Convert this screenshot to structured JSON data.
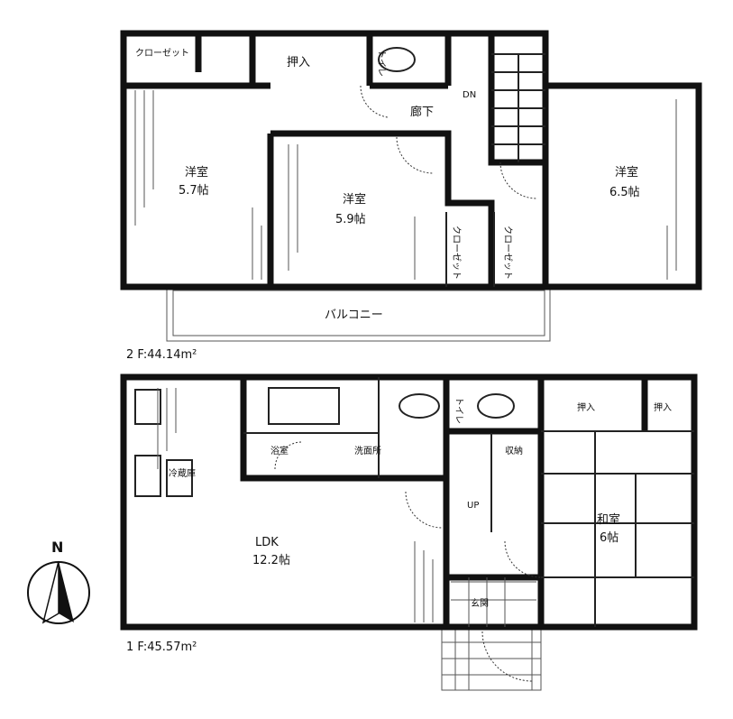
{
  "floor2": {
    "area_label": "2 F:44.14m²",
    "rooms": {
      "closet_top": "クローゼット",
      "oshiire": "押入",
      "toilet": "トイレ",
      "hallway": "廊下",
      "stairs_down": "DN",
      "western_left": {
        "name": "洋室",
        "size": "5.7帖"
      },
      "western_middle": {
        "name": "洋室",
        "size": "5.9帖"
      },
      "western_right": {
        "name": "洋室",
        "size": "6.5帖"
      },
      "closet_a": "クローゼット",
      "closet_b": "クローゼット",
      "balcony": "バルコニー"
    }
  },
  "floor1": {
    "area_label": "1 F:45.57m²",
    "rooms": {
      "ldk": {
        "name": "LDK",
        "size": "12.2帖"
      },
      "fridge": "冷蔵庫",
      "bath": "浴室",
      "washroom": "洗面所",
      "toilet": "トイレ",
      "storage": "収納",
      "oshiire_a": "押入",
      "oshiire_b": "押入",
      "stairs_up": "UP",
      "washitsu": {
        "name": "和室",
        "size": "6帖"
      },
      "entrance": "玄関"
    }
  },
  "compass": {
    "north_label": "N"
  }
}
